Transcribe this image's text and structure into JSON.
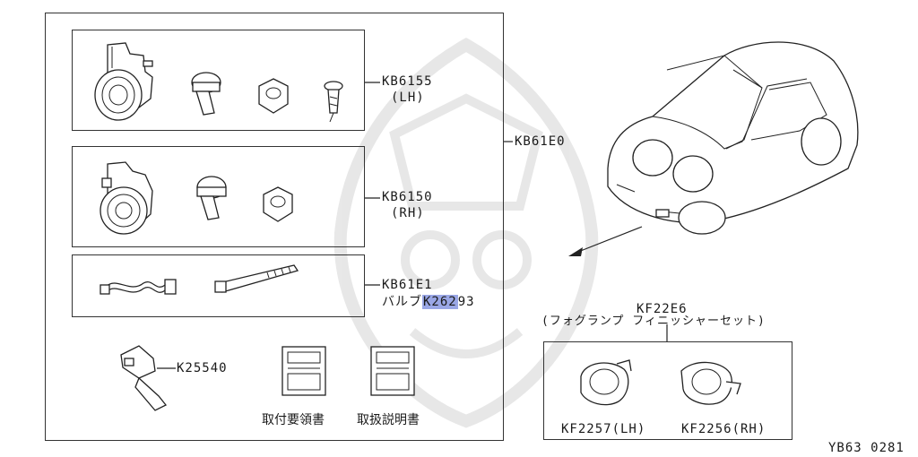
{
  "callouts": {
    "kb6155": {
      "code": "KB6155",
      "side": "(LH)"
    },
    "kb6150": {
      "code": "KB6150",
      "side": "(RH)"
    },
    "kb61e1": {
      "code": "KB61E1",
      "prefix": "バルブ",
      "hl": "K262",
      "suffix": "93"
    },
    "kb61e0": {
      "code": "KB61E0"
    },
    "k25540": {
      "code": "K25540"
    },
    "kf22e6": {
      "code": "KF22E6",
      "desc": "(フォグランプ フィニッシャーセット)"
    },
    "kf2257": {
      "code": "KF2257(LH)"
    },
    "kf2256": {
      "code": "KF2256(RH)"
    }
  },
  "manuals": {
    "install": "取付要領書",
    "handling": "取扱説明書"
  },
  "diagram_id": "YB63 0281",
  "colors": {
    "highlight": "#9aa7e6",
    "line": "#222222"
  }
}
